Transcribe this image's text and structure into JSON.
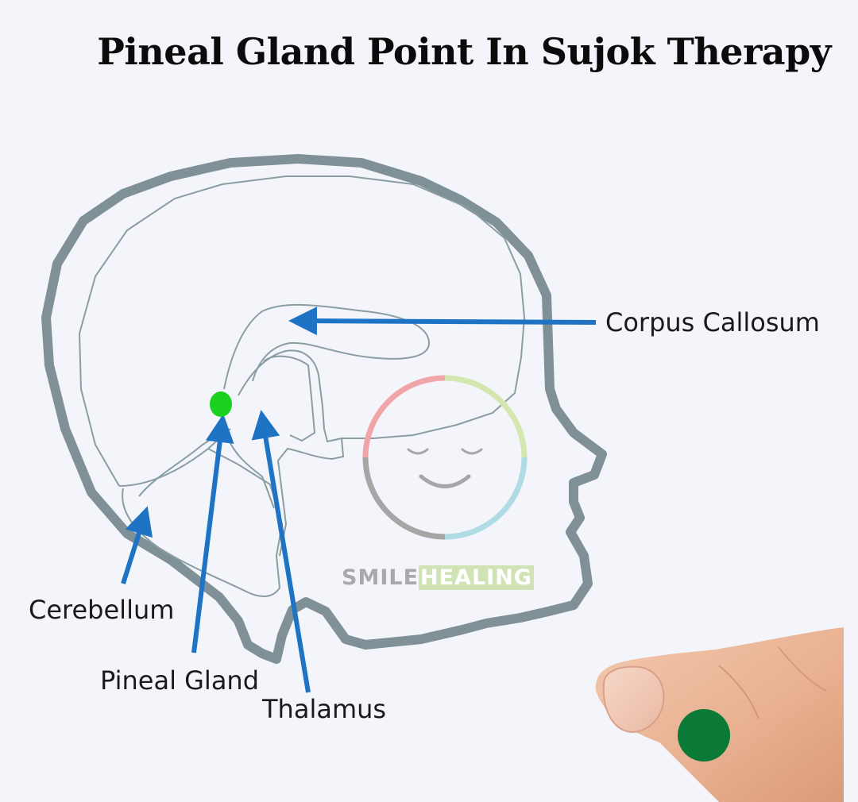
{
  "title": "Pineal Gland Point In Sujok Therapy",
  "labels": {
    "corpus_callosum": "Corpus Callosum",
    "cerebellum": "Cerebellum",
    "pineal_gland": "Pineal Gland",
    "thalamus": "Thalamus"
  },
  "brand": {
    "part1": "SMILE",
    "part2": "HEALING"
  },
  "colors": {
    "background": "#f3f5fb",
    "skull_outline": "#7f9096",
    "brain_lines": "#8a9ea2",
    "arrow": "#1e73c4",
    "pineal_marker": "#19d11e",
    "thumb_point": "#0b7a36",
    "logo_red": "#f0a6a8",
    "logo_green": "#d4e7b0",
    "logo_blue": "#aedbe4",
    "logo_gray": "#a6a6a6"
  },
  "icons": [
    "smile-healing-logo-icon",
    "thumb-image",
    "pineal-point-dot"
  ]
}
